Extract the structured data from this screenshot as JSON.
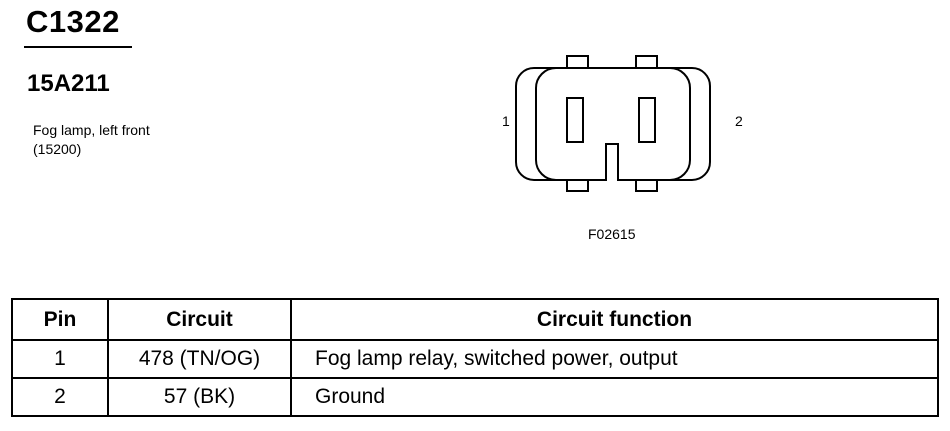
{
  "connector": {
    "id": "C1322",
    "part_number": "15A211",
    "description_line1": "Fog lamp, left front",
    "description_line2": "(15200)",
    "pin_label_1": "1",
    "pin_label_2": "2",
    "figure_code": "F02615"
  },
  "table": {
    "headers": {
      "pin": "Pin",
      "circuit": "Circuit",
      "function": "Circuit function"
    },
    "rows": [
      {
        "pin": "1",
        "circuit": "478 (TN/OG)",
        "function": "Fog lamp relay, switched power, output"
      },
      {
        "pin": "2",
        "circuit": "57 (BK)",
        "function": "Ground"
      }
    ]
  }
}
